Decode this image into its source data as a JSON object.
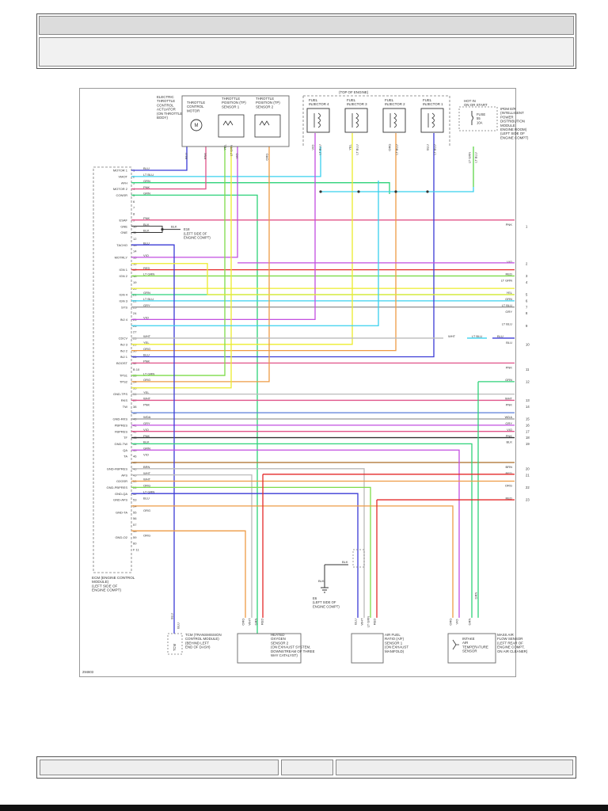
{
  "colors": {
    "BLU": "#3b3bd6",
    "LT BLU": "#38d0ee",
    "GRN": "#2ed27a",
    "LT GRN": "#7edc4a",
    "PNK": "#e0548a",
    "VIO": "#c24fe0",
    "YEL": "#ecec2c",
    "ORG": "#ee9b45",
    "RED": "#e52a2a",
    "WHT": "#bbbbbb",
    "BRN": "#b27a3a",
    "GRY": "#999999",
    "BLK": "#333333"
  },
  "top_label": "(TOP OF ENGINE)",
  "figure_id": "294603",
  "components": {
    "etca": [
      "ELECTRIC",
      "THROTTLE",
      "CONTROL",
      "ACTUATOR",
      "(ON THROTTLE",
      "BODY)"
    ],
    "motor": [
      "THROTTLE",
      "CONTROL",
      "MOTOR"
    ],
    "tps1": [
      "THROTTLE",
      "POSITION (TP)",
      "SENSOR 1"
    ],
    "tps2": [
      "THROTTLE",
      "POSITION (TP)",
      "SENSOR 2"
    ],
    "inj4": [
      "FUEL",
      "INJECTOR 4"
    ],
    "inj3": [
      "FUEL",
      "INJECTOR 3"
    ],
    "inj2": [
      "FUEL",
      "INJECTOR 2"
    ],
    "inj1": [
      "FUEL",
      "INJECTOR 1"
    ],
    "hot": [
      "HOT IN",
      "ON OR START"
    ],
    "fuse": [
      "FUSE",
      "55",
      "10A"
    ],
    "ipdm": [
      "IPDM E/R",
      "(INTELLIGENT",
      "POWER",
      "DISTRIBUTION",
      "MODULE",
      "ENGINE ROOM)",
      "(LEFT SIDE OF",
      "ENGINE COMPT)"
    ],
    "e18": [
      "E18",
      "(LEFT SIDE OF",
      "ENGINE COMPT)"
    ],
    "ecm": [
      "ECM (ENGINE CONTROL",
      "MODULE)",
      "(LEFT SIDE OF",
      "ENGINE COMPT)"
    ],
    "e6": [
      "E6",
      "(LEFT SIDE OF",
      "ENGINE COMPT)"
    ],
    "tcm": [
      "TCM (TRANSMISSION",
      "CONTROL MODULE)",
      "(BEHIND LEFT",
      "END OF DASH)"
    ],
    "tcm_side": "TCM",
    "ho2s": [
      "HEATED",
      "OXYGEN",
      "SENSOR 2",
      "(ON EXHAUST SYSTEM,",
      "DOWNSTREAM OF THREE",
      "WAY CATALYST)"
    ],
    "af": [
      "AIR FUEL",
      "RATIO (A/F)",
      "SENSOR 1",
      "(ON EXHAUST",
      "MANIFOLD)"
    ],
    "iat": [
      "INTAKE",
      "AIR",
      "TEMPERATURE",
      "SENSOR"
    ],
    "maf": [
      "MASS AIR",
      "FLOW SENSOR",
      "(LEFT REAR OF",
      "ENGINE COMPT,",
      "ON AIR CLEANER)"
    ]
  },
  "ecm_pins": [
    {
      "n": "1",
      "name": "MOTOR 1",
      "wire": "BLU"
    },
    {
      "n": "2",
      "name": "VMOT",
      "wire": "LT BLU"
    },
    {
      "n": "3",
      "name": "AFH",
      "wire": "GRN"
    },
    {
      "n": "4",
      "name": "MOTOR 2",
      "wire": "PNK"
    },
    {
      "n": "5",
      "name": "CONSR",
      "wire": "GRN"
    },
    {
      "n": "6",
      "name": "",
      "wire": ""
    },
    {
      "n": "7",
      "name": "",
      "wire": ""
    },
    {
      "n": "8",
      "name": "",
      "wire": ""
    },
    {
      "n": "9",
      "name": "ESAF",
      "wire": "PNK"
    },
    {
      "n": "10",
      "name": "GNE",
      "wire": "BLK"
    },
    {
      "n": "11",
      "name": "GNE",
      "wire": "BLK"
    },
    {
      "n": "12",
      "name": "",
      "wire": ""
    },
    {
      "n": "13",
      "name": "TACHO",
      "wire": "BLU"
    },
    {
      "n": "14",
      "name": "",
      "wire": ""
    },
    {
      "n": "15",
      "name": "MOTRLY",
      "wire": "VIO"
    },
    {
      "n": "16",
      "name": "",
      "wire": ""
    },
    {
      "n": "17",
      "name": "IGN 1",
      "wire": "RED"
    },
    {
      "n": "18",
      "name": "IGN 2",
      "wire": "LT GRN"
    },
    {
      "n": "19",
      "name": "",
      "wire": ""
    },
    {
      "n": "20",
      "name": "",
      "wire": ""
    },
    {
      "n": "21",
      "name": "IGN 4",
      "wire": "GRN"
    },
    {
      "n": "22",
      "name": "IGN 3",
      "wire": "LT BLU"
    },
    {
      "n": "23",
      "name": "SYS",
      "wire": "GRY"
    },
    {
      "n": "24",
      "name": "",
      "wire": ""
    },
    {
      "n": "25",
      "name": "INJ 4",
      "wire": "VIO"
    },
    {
      "n": "26",
      "name": "",
      "wire": ""
    },
    {
      "n": "27",
      "name": "",
      "wire": ""
    },
    {
      "n": "28",
      "name": "CDCV",
      "wire": "WHT"
    },
    {
      "n": "29",
      "name": "INJ 3",
      "wire": "YEL"
    },
    {
      "n": "30",
      "name": "INJ 2",
      "wire": "ORG"
    },
    {
      "n": "31",
      "name": "INJ 1",
      "wire": "BLU"
    },
    {
      "n": "32",
      "name": "BOOST",
      "wire": "PNK"
    },
    {
      "n": "B 10",
      "name": "",
      "wire": ""
    },
    {
      "n": "33",
      "name": "TPS1",
      "wire": "LT GRN"
    },
    {
      "n": "34",
      "name": "TPS2",
      "wire": "ORG"
    },
    {
      "n": "35",
      "name": "",
      "wire": ""
    },
    {
      "n": "36",
      "name": "GND-TPS",
      "wire": "YEL"
    },
    {
      "n": "37",
      "name": "RKS",
      "wire": "WHT"
    },
    {
      "n": "38",
      "name": "TW",
      "wire": "PNK"
    },
    {
      "n": "39",
      "name": "",
      "wire": ""
    },
    {
      "n": "40",
      "name": "GND-RKS",
      "wire": "WDA"
    },
    {
      "n": "41",
      "name": "PBPRES",
      "wire": "GRY"
    },
    {
      "n": "42",
      "name": "FBPRES",
      "wire": "VIO"
    },
    {
      "n": "43",
      "name": "TF",
      "wire": "PNK"
    },
    {
      "n": "44",
      "name": "GND-TW",
      "wire": "BLK"
    },
    {
      "n": "45",
      "name": "QA",
      "wire": "GRN"
    },
    {
      "n": "46",
      "name": "TA",
      "wire": "VIO"
    },
    {
      "n": "47",
      "name": "",
      "wire": ""
    },
    {
      "n": "48",
      "name": "GND-FBPRES",
      "wire": "BRN"
    },
    {
      "n": "49",
      "name": "AFS",
      "wire": "WHT"
    },
    {
      "n": "50",
      "name": "O2GSR",
      "wire": "WHT"
    },
    {
      "n": "51",
      "name": "GND-PBPRES",
      "wire": "ORG"
    },
    {
      "n": "52",
      "name": "GND-QA",
      "wire": "LT GRN"
    },
    {
      "n": "53",
      "name": "GND-AFS",
      "wire": "BLU"
    },
    {
      "n": "54",
      "name": "",
      "wire": ""
    },
    {
      "n": "55",
      "name": "GND-TA",
      "wire": "ORG"
    },
    {
      "n": "56",
      "name": "",
      "wire": ""
    },
    {
      "n": "57",
      "name": "",
      "wire": ""
    },
    {
      "n": "58",
      "name": "",
      "wire": ""
    },
    {
      "n": "59",
      "name": "GND-O2",
      "wire": "ORG"
    },
    {
      "n": "60",
      "name": "",
      "wire": ""
    },
    {
      "n": "F 11",
      "name": "",
      "wire": ""
    }
  ],
  "right_refs": [
    {
      "n": "1",
      "wire": "PNK"
    },
    {
      "n": "2",
      "wire": "VIO"
    },
    {
      "n": "3",
      "wire": "RED"
    },
    {
      "n": "4",
      "wire": "LT GRN"
    },
    {
      "n": "5",
      "wire": "YEL"
    },
    {
      "n": "6",
      "wire": "GRN"
    },
    {
      "n": "7",
      "wire": "LT BLU"
    },
    {
      "n": "8",
      "wire": "GRY"
    },
    {
      "n": "9",
      "wire": "LT BLU"
    },
    {
      "n": "10",
      "wire": "BLU"
    },
    {
      "n": "11",
      "wire": "PNK"
    },
    {
      "n": "12",
      "wire": "GRN"
    },
    {
      "n": "13",
      "wire": "WHT"
    },
    {
      "n": "14",
      "wire": "PNK"
    },
    {
      "n": "15",
      "wire": "WDA"
    },
    {
      "n": "16",
      "wire": "GRY"
    },
    {
      "n": "17",
      "wire": "VIO"
    },
    {
      "n": "18",
      "wire": "PNK"
    },
    {
      "n": "19",
      "wire": "BLK"
    },
    {
      "n": "20",
      "wire": "BRN"
    },
    {
      "n": "21",
      "wire": "RED"
    },
    {
      "n": "22",
      "wire": "ORG"
    },
    {
      "n": "23",
      "wire": "RED"
    }
  ],
  "inline_labels": {
    "ref10": [
      "WHT",
      "LT BLU",
      "BLU"
    ],
    "e18_wire": "BLK",
    "e6_wire": "BLK",
    "ground_wire": "BLK"
  },
  "vertical_labels": {
    "etca": [
      "BLU",
      "PNK",
      "YEL",
      "LT GRN",
      "VIO",
      "ORG"
    ],
    "inj": [
      "VIO",
      "LT BLU",
      "YEL",
      "LT BLU",
      "ORG",
      "LT BLU",
      "BLU",
      "LT BLU"
    ],
    "ipdm": [
      "LT GRN",
      "LT BLU"
    ],
    "tcm": [
      "BLU",
      "BLU"
    ],
    "ho2s": [
      "ORG",
      "WHT",
      "GRN",
      "RED"
    ],
    "af": [
      "BLU",
      "WHT",
      "LT GRN",
      "RED"
    ],
    "maf": [
      "ORG",
      "VIO",
      "GRN",
      "GRN"
    ]
  }
}
